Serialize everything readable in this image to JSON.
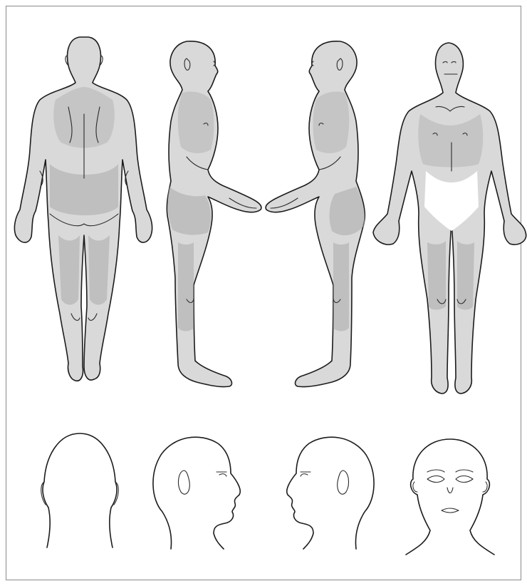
{
  "figures": [
    {
      "view": "back"
    },
    {
      "view": "right-side"
    },
    {
      "view": "left-side"
    },
    {
      "view": "front"
    }
  ],
  "heads": [
    {
      "view": "back"
    },
    {
      "view": "right-side"
    },
    {
      "view": "left-side"
    },
    {
      "view": "front"
    }
  ],
  "colors": {
    "outline": "#1c1c1c",
    "skin_fill": "#d9d9d9",
    "shading": "#bdbdbd",
    "background": "#ffffff"
  }
}
